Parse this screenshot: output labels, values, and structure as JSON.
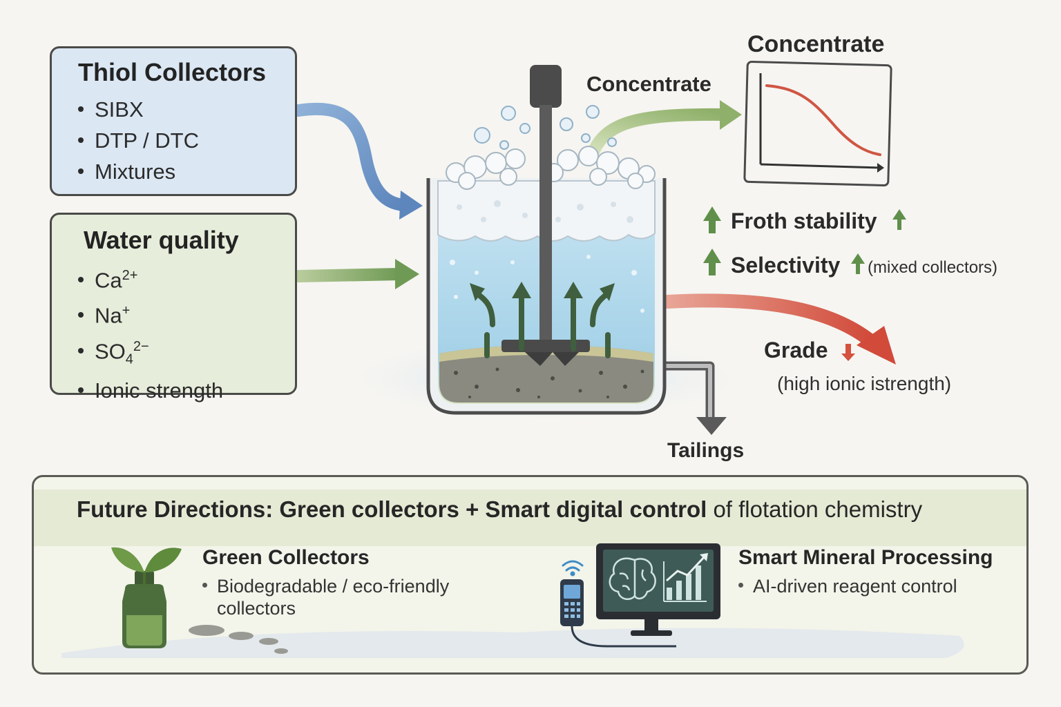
{
  "thiol": {
    "title": "Thiol Collectors",
    "items": [
      "SIBX",
      "DTP / DTC",
      "Mixtures"
    ]
  },
  "water": {
    "title": "Water quality",
    "ca": "Ca",
    "ca_charge": "2+",
    "na": "Na",
    "na_charge": "+",
    "so": "SO",
    "so_sub": "4",
    "so_charge": "2−",
    "ionic": "Ionic strength"
  },
  "flow": {
    "concentrate_arrow_label": "Concentrate",
    "concentrate_chart_title": "Concentrate",
    "froth_stability": "Froth stability",
    "selectivity": "Selectivity",
    "selectivity_note": "(mixed collectors)",
    "grade": "Grade",
    "grade_note": "(high ionic istrength)",
    "tailings": "Tailings"
  },
  "future": {
    "heading_bold": "Future Directions: Green collectors + Smart digital control",
    "heading_rest": " of flotation chemistry",
    "green_title": "Green Collectors",
    "green_bullet_line1": "Biodegradable / eco-friendly",
    "green_bullet_line2": "collectors",
    "smart_title": "Smart Mineral Processing",
    "smart_bullet": "AI-driven reagent control"
  },
  "colors": {
    "up_arrow": "#5f8f4a",
    "down_arrow": "#d4523e",
    "blue_arrow": "#6f95c4",
    "green_arrow": "#8fae6f",
    "red_arrow": "#d6594a"
  }
}
